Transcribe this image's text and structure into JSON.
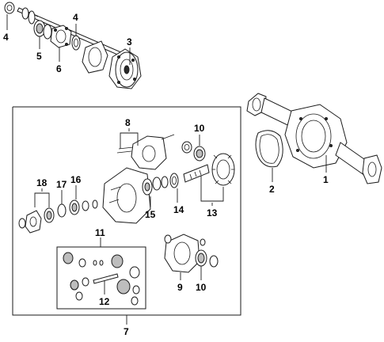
{
  "callouts": {
    "c1": "1",
    "c2": "2",
    "c3": "3",
    "c4a": "4",
    "c4b": "4",
    "c5": "5",
    "c6": "6",
    "c7": "7",
    "c8": "8",
    "c9": "9",
    "c10a": "10",
    "c10b": "10",
    "c11": "11",
    "c12": "12",
    "c13": "13",
    "c14": "14",
    "c15": "15",
    "c16": "16",
    "c17": "17",
    "c18": "18"
  }
}
